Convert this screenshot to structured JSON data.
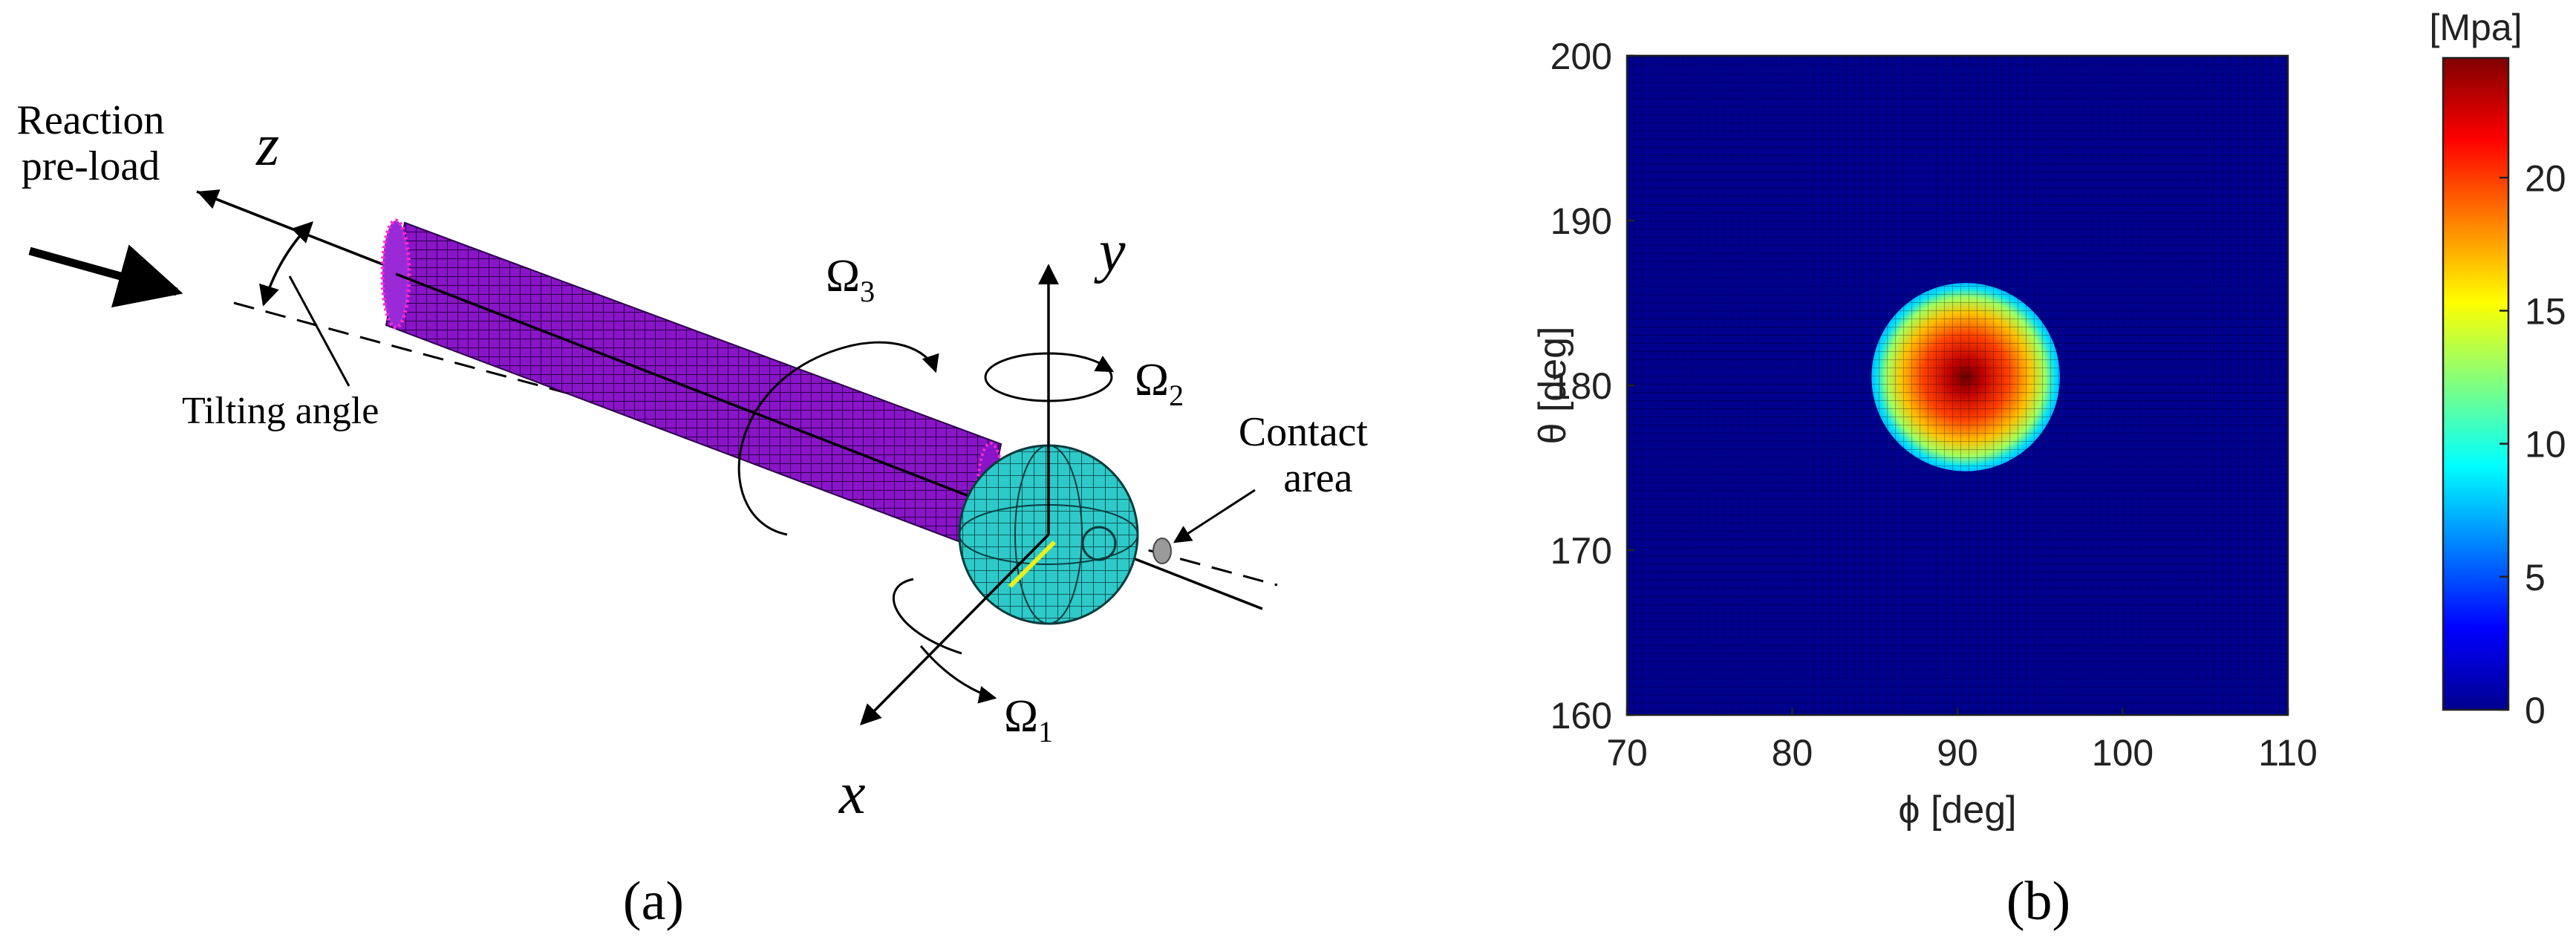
{
  "panel_a": {
    "reaction_label_line1": "Reaction",
    "reaction_label_line2": "pre-load",
    "tilting_angle_label": "Tilting angle",
    "contact_label_line1": "Contact",
    "contact_label_line2": "area",
    "axis_z": "z",
    "axis_y": "y",
    "axis_x": "x",
    "omega_symbol": "Ω",
    "omega1_sub": "1",
    "omega2_sub": "2",
    "omega3_sub": "3",
    "caption": "(a)",
    "colors": {
      "rod_mesh": "#8a14c8",
      "rod_edge": "#ff2bd0",
      "ball_mesh": "#2ec9c9",
      "contact_patch": "#9a9a9a",
      "highlight_line": "#e8f020"
    }
  },
  "chart_data": {
    "type": "heatmap",
    "xlabel": "ϕ [deg]",
    "ylabel": "θ [deg]",
    "xlim": [
      70,
      110
    ],
    "ylim": [
      160,
      200
    ],
    "xticks": [
      70,
      80,
      90,
      100,
      110
    ],
    "yticks": [
      160,
      170,
      180,
      190,
      200
    ],
    "grid": true,
    "colorbar": {
      "label": "[Mpa]",
      "range": [
        0,
        24.5
      ],
      "ticks": [
        0,
        5,
        10,
        15,
        20
      ],
      "colormap": "jet"
    },
    "pressure_distribution": {
      "shape": "circular",
      "center_phi": 90.5,
      "center_theta": 180.5,
      "radius_deg": 5.7,
      "peak_value": 24,
      "edge_value": 8
    },
    "caption": "(b)"
  }
}
